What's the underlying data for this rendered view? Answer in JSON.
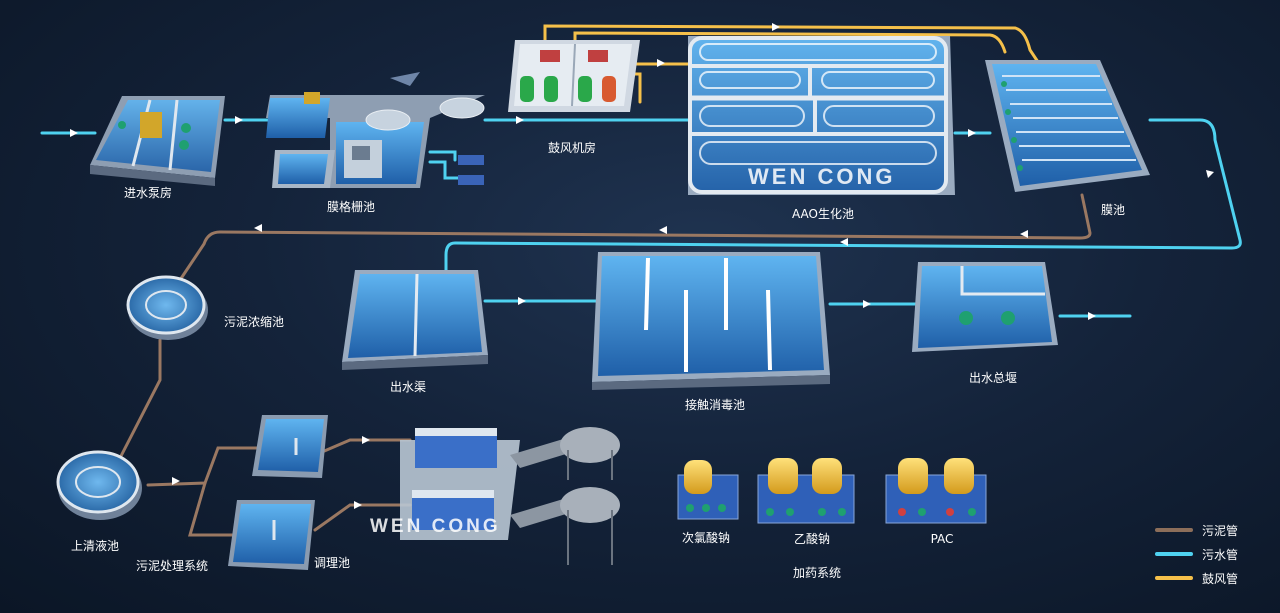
{
  "labels": {
    "influent_pump_house": "进水泵房",
    "membrane_screen_tank": "膜格栅池",
    "blower_room": "鼓风机房",
    "aao_bio_tank": "AAO生化池",
    "membrane_tank": "膜池",
    "sludge_thickener": "污泥浓缩池",
    "outlet_channel": "出水渠",
    "contact_disinfection_tank": "接触消毒池",
    "effluent_weir": "出水总堰",
    "supernatant_tank": "上清液池",
    "sludge_treatment_system": "污泥处理系统",
    "conditioning_tank": "调理池",
    "sodium_hypochlorite": "次氯酸钠",
    "sodium_acetate": "乙酸钠",
    "pac": "PAC",
    "dosing_system": "加药系统"
  },
  "watermarks": {
    "aao": "WEN CONG",
    "sludge": "WEN CONG"
  },
  "legend": [
    {
      "label": "污泥管",
      "color": "#8c6e5a"
    },
    {
      "label": "污水管",
      "color": "#4fd2f0"
    },
    {
      "label": "鼓风管",
      "color": "#f5c04a"
    }
  ]
}
